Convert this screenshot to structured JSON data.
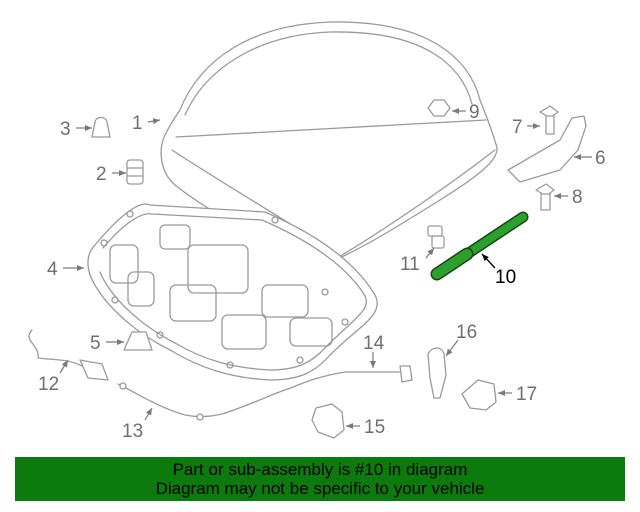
{
  "callouts": {
    "p1": "1",
    "p2": "2",
    "p3": "3",
    "p4": "4",
    "p5": "5",
    "p6": "6",
    "p7": "7",
    "p8": "8",
    "p9": "9",
    "p10": "10",
    "p11": "11",
    "p12": "12",
    "p13": "13",
    "p14": "14",
    "p15": "15",
    "p16": "16",
    "p17": "17"
  },
  "highlight": {
    "part": "10",
    "color": "#2e9e2e"
  },
  "banner": {
    "line1": "Part or sub-assembly is #10 in diagram",
    "line2": "Diagram may not be specific to your vehicle",
    "background": "#0c7a0c"
  }
}
